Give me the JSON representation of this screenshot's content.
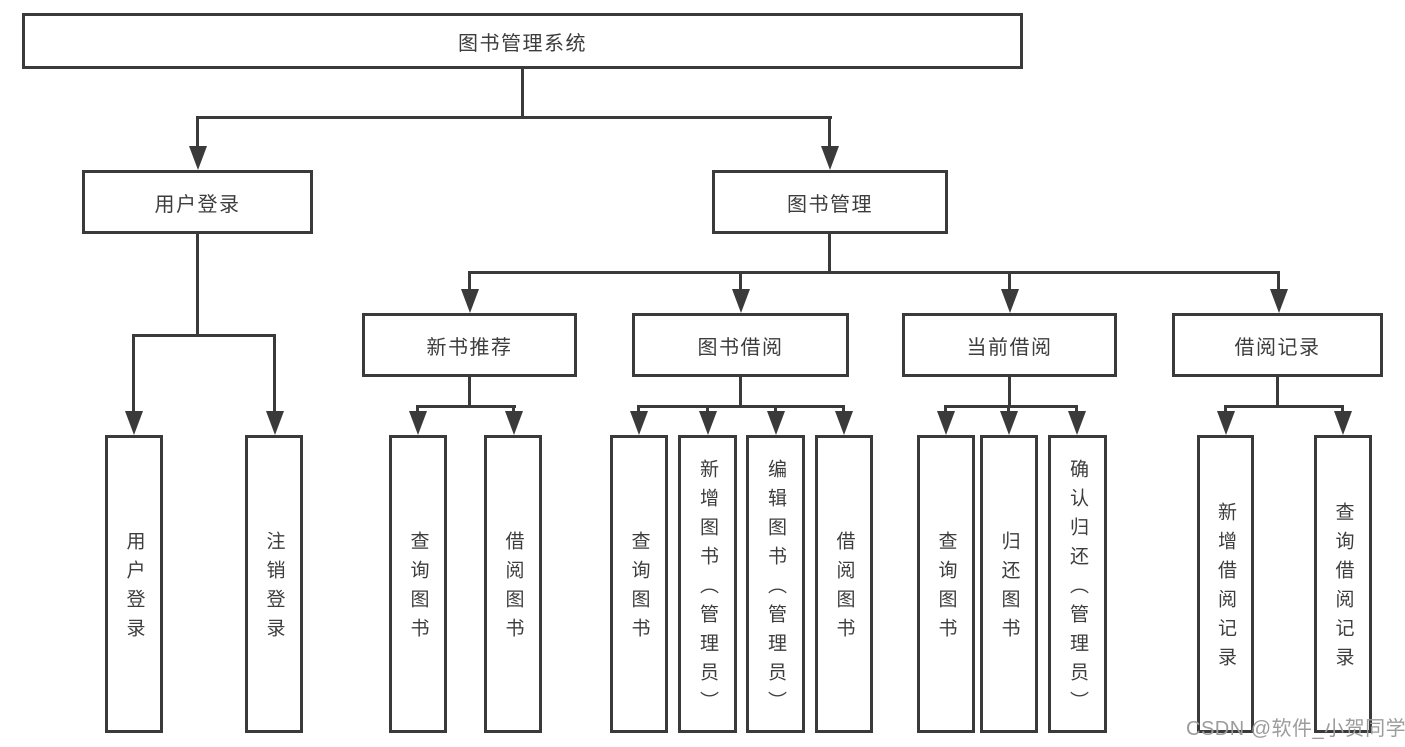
{
  "colors": {
    "line": "#3a3a3a",
    "text": "#3d3d3d",
    "watermark": "#9c9c9c",
    "background": "#ffffff"
  },
  "tree": {
    "label": "图书管理系统",
    "children": [
      {
        "label": "用户登录",
        "children": [
          {
            "label": "用户登录"
          },
          {
            "label": "注销登录"
          }
        ]
      },
      {
        "label": "图书管理",
        "children": [
          {
            "label": "新书推荐",
            "children": [
              {
                "label": "查询图书"
              },
              {
                "label": "借阅图书"
              }
            ]
          },
          {
            "label": "图书借阅",
            "children": [
              {
                "label": "查询图书"
              },
              {
                "label": "新增图书（管理员）"
              },
              {
                "label": "编辑图书（管理员）"
              },
              {
                "label": "借阅图书"
              }
            ]
          },
          {
            "label": "当前借阅",
            "children": [
              {
                "label": "查询图书"
              },
              {
                "label": "归还图书"
              },
              {
                "label": "确认归还（管理员）"
              }
            ]
          },
          {
            "label": "借阅记录",
            "children": [
              {
                "label": "新增借阅记录"
              },
              {
                "label": "查询借阅记录"
              }
            ]
          }
        ]
      }
    ]
  },
  "watermark": {
    "text": "CSDN @软件_小贺同学"
  }
}
